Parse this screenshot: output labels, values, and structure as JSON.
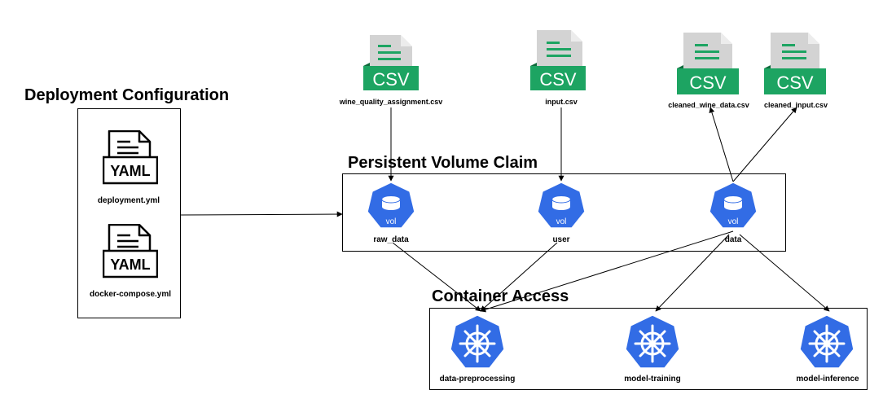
{
  "sections": {
    "deployment": "Deployment Configuration",
    "pvc": "Persistent Volume Claim",
    "containers": "Container Access"
  },
  "config_files": [
    {
      "badge": "YAML",
      "name": "deployment.yml"
    },
    {
      "badge": "YAML",
      "name": "docker-compose.yml"
    }
  ],
  "csv_files": [
    {
      "badge": "CSV",
      "name": "wine_quality_assignment.csv"
    },
    {
      "badge": "CSV",
      "name": "input.csv"
    },
    {
      "badge": "CSV",
      "name": "cleaned_wine_data.csv"
    },
    {
      "badge": "CSV",
      "name": "cleaned_input.csv"
    }
  ],
  "volumes": [
    {
      "icon_text": "vol",
      "name": "raw_data"
    },
    {
      "icon_text": "vol",
      "name": "user"
    },
    {
      "icon_text": "vol",
      "name": "data"
    }
  ],
  "pods": [
    {
      "name": "data-preprocessing"
    },
    {
      "name": "model-training"
    },
    {
      "name": "model-inference"
    }
  ],
  "colors": {
    "k8s_blue": "#326CE5",
    "csv_green": "#1DA462",
    "csv_paper": "#D3D3D3",
    "line": "#000000"
  },
  "icons": {
    "config": "yaml-file-icon",
    "csv": "csv-file-icon",
    "volume": "kubernetes-volume-icon",
    "pod": "kubernetes-helm-wheel-icon"
  }
}
